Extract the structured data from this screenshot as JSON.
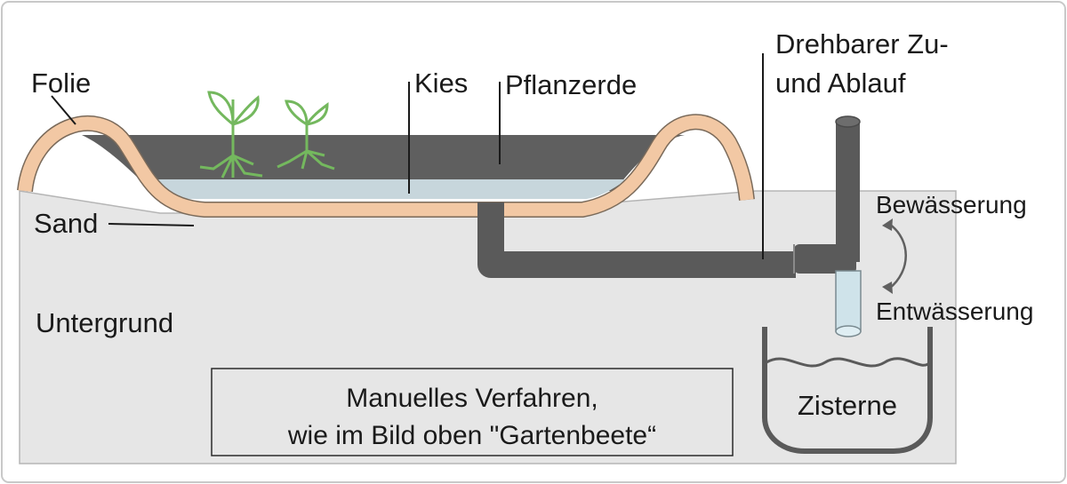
{
  "labels": {
    "folie": "Folie",
    "kies": "Kies",
    "pflanzerde": "Pflanzerde",
    "drehbar_line1": "Drehbarer Zu-",
    "drehbar_line2": "und Ablauf",
    "sand": "Sand",
    "untergrund": "Untergrund",
    "bewaesserung": "Bewässerung",
    "entwaesserung": "Entwässerung",
    "zisterne": "Zisterne"
  },
  "caption": {
    "line1": "Manuelles Verfahren,",
    "line2": "wie im Bild oben \"Gartenbeete“"
  },
  "colors": {
    "ground": "#e6e6e6",
    "soil": "#5f5f5f",
    "gravel": "#c7d6dc",
    "foil": "#f2c8a4",
    "pipe": "#5a5a5a",
    "pipe_light": "#cfe3ea",
    "plant": "#74b85e"
  }
}
